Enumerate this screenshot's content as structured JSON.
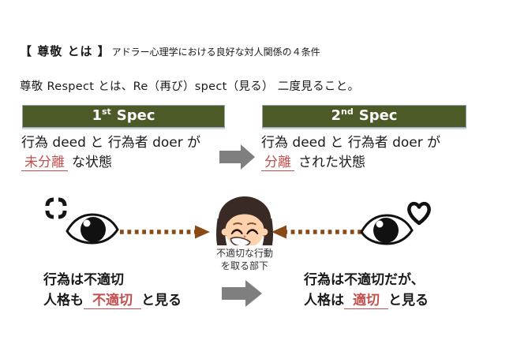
{
  "slide": {
    "title_emphasis": "【 尊敬 とは 】",
    "title_description": "アドラー心理学における良好な対人関係の４条件",
    "subtitle": "尊敬 Respect とは、Re（再び）spect（見る） 二度見ること。"
  },
  "spec1": {
    "header_number": "1",
    "header_ordinal": "st",
    "header_label": "Spec",
    "state_line1": "行為 deed と 行為者 doer が",
    "state_term": "未分離",
    "state_rest": "な状態",
    "view_line1": "行為は不適切",
    "view_pre": "人格も",
    "view_term": "不適切",
    "view_post": "と見る"
  },
  "spec2": {
    "header_number": "2",
    "header_ordinal": "nd",
    "header_label": "Spec",
    "state_line1": "行為 deed と 行為者 doer が",
    "state_term": "分離",
    "state_rest": "された状態",
    "view_line1": "行為は不適切だが、",
    "view_pre": "人格は",
    "view_term": "適切",
    "view_post": "と見る"
  },
  "center": {
    "caption_line1": "不適切な行動",
    "caption_line2": "を取る部下"
  },
  "icons": {
    "left_emotion": "anger-mark-icon",
    "right_emotion": "heart-icon",
    "left_gaze": "eye-icon",
    "right_gaze": "eye-icon",
    "flow": "arrow-right-icon"
  },
  "colors": {
    "header_green": "#4b5a27",
    "highlight_red": "#c0504d",
    "arrow_gray": "#7f7f7f",
    "dotted_brown": "#8a4a15"
  }
}
